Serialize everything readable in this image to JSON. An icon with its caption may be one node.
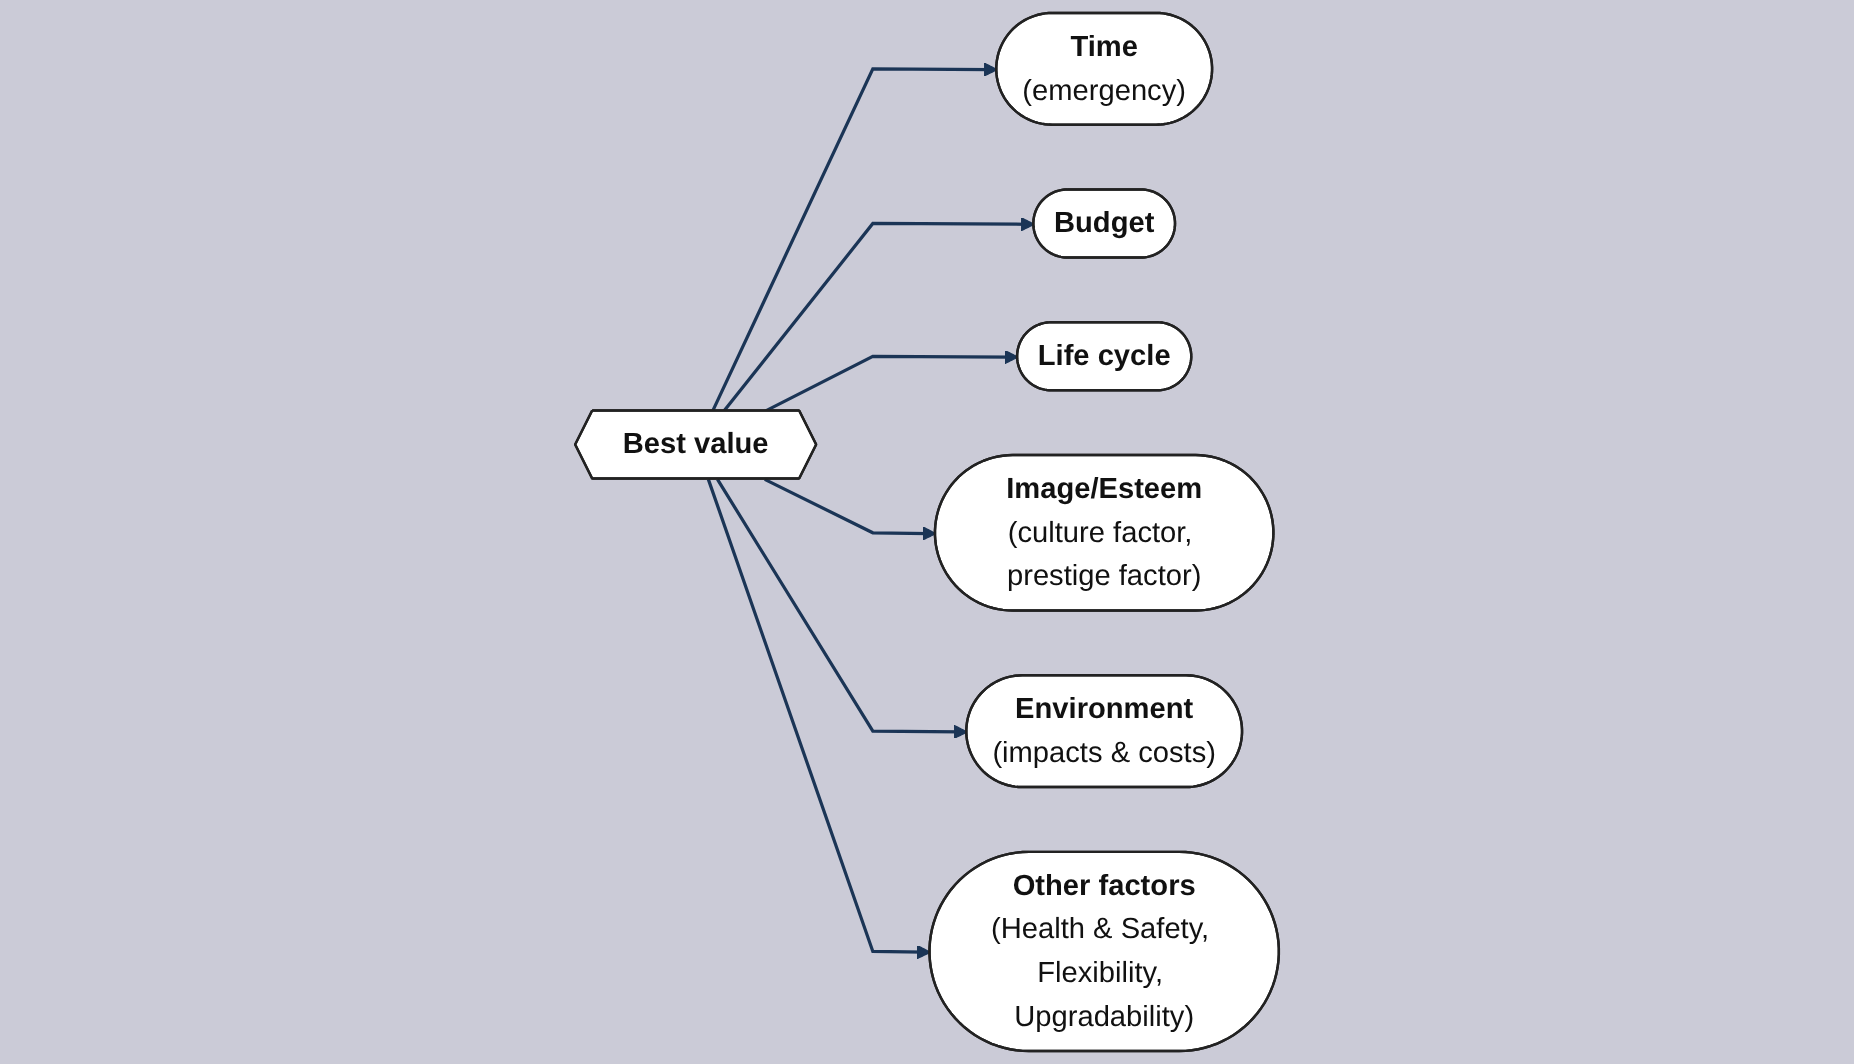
{
  "diagram": {
    "nodes": [
      {
        "text": [
          "Time",
          "(emergency)"
        ]
      },
      {
        "text": [
          "Budget"
        ]
      },
      {
        "text": [
          "Life cycle"
        ]
      },
      {
        "text": [
          "Best value"
        ]
      },
      {
        "text": [
          "Image/Esteem",
          "(culture factor, prestige factor)"
        ]
      },
      {
        "text": [
          "Environment",
          "(impacts & costs)"
        ]
      },
      {
        "text": [
          "Other factors",
          "(Health & Safety, Flexibility, Upgradability)"
        ]
      }
    ],
    "edges": [
      {
        "from": 3,
        "to": 0,
        "arrow": "to"
      },
      {
        "from": 3,
        "to": 1,
        "arrow": "to"
      },
      {
        "from": 3,
        "to": 2,
        "arrow": "to"
      },
      {
        "from": 3,
        "to": 4,
        "arrow": "to"
      },
      {
        "from": 3,
        "to": 5,
        "arrow": "to"
      },
      {
        "from": 3,
        "to": 6,
        "arrow": "to"
      }
    ]
  }
}
